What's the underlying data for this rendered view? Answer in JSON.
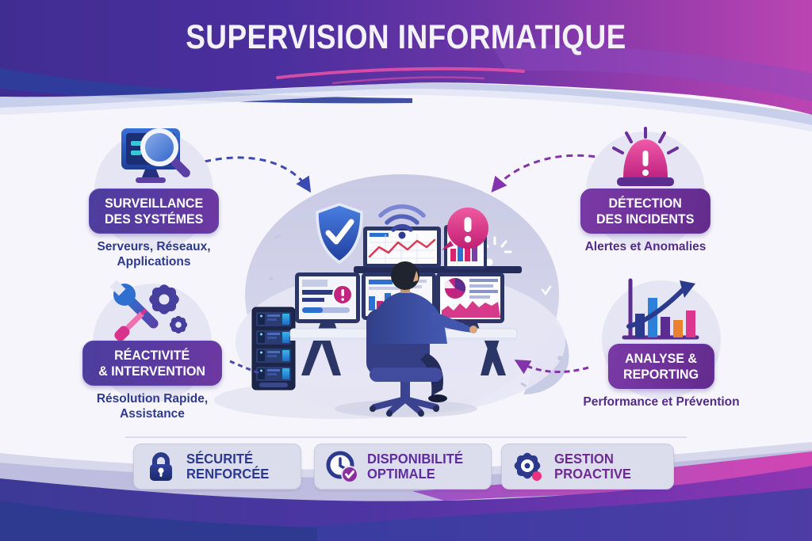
{
  "title": "SUPERVISION INFORMATIQUE",
  "nodes": {
    "surveillance": {
      "icon": "monitor-magnifier",
      "label_line1": "SURVEILLANCE",
      "label_line2": "DES SYSTÉMES",
      "subtitle_line1": "Serveurs, Réseaux,",
      "subtitle_line2": "Applications"
    },
    "detection": {
      "icon": "alarm-siren",
      "label_line1": "DÉTECTION",
      "label_line2": "DES INCIDENTS",
      "subtitle_line1": "Alertes et Anomalies",
      "subtitle_line2": ""
    },
    "reactivite": {
      "icon": "wrench-gears",
      "label_line1": "RÉACTIVITÉ",
      "label_line2": "& INTERVENTION",
      "subtitle_line1": "Résolution Rapide,",
      "subtitle_line2": "Assistance"
    },
    "analyse": {
      "icon": "bar-chart-growth",
      "label_line1": "ANALYSE &",
      "label_line2": "REPORTING",
      "subtitle_line1": "Performance et Prévention",
      "subtitle_line2": ""
    }
  },
  "pills": [
    {
      "icon": "lock",
      "line1": "SÉCURITÉ",
      "line2": "RENFORCÉE",
      "text_color": "#2b3a8e"
    },
    {
      "icon": "clock-check",
      "line1": "DISPONIBILITÉ",
      "line2": "OPTIMALE",
      "text_color": "#5e2d9e"
    },
    {
      "icon": "gear",
      "line1": "GESTION",
      "line2": "PROACTIVE",
      "text_color": "#6d2b92"
    }
  ],
  "colors": {
    "header_left": "#402d92",
    "header_right": "#bb45b2",
    "footer_navy": "#2c3a8e",
    "footer_magenta": "#c93fb2",
    "badge_left": "#5a3aa0",
    "badge_right": "#6d3097",
    "subtitle_left": "#2e3a8e",
    "subtitle_right": "#532c87",
    "pill_background": "#dbdcec",
    "accent_pink": "#d6246e",
    "accent_blue": "#2f6fd0",
    "accent_navy": "#2c3a8e",
    "canvas_background": "#f6f5fb"
  }
}
